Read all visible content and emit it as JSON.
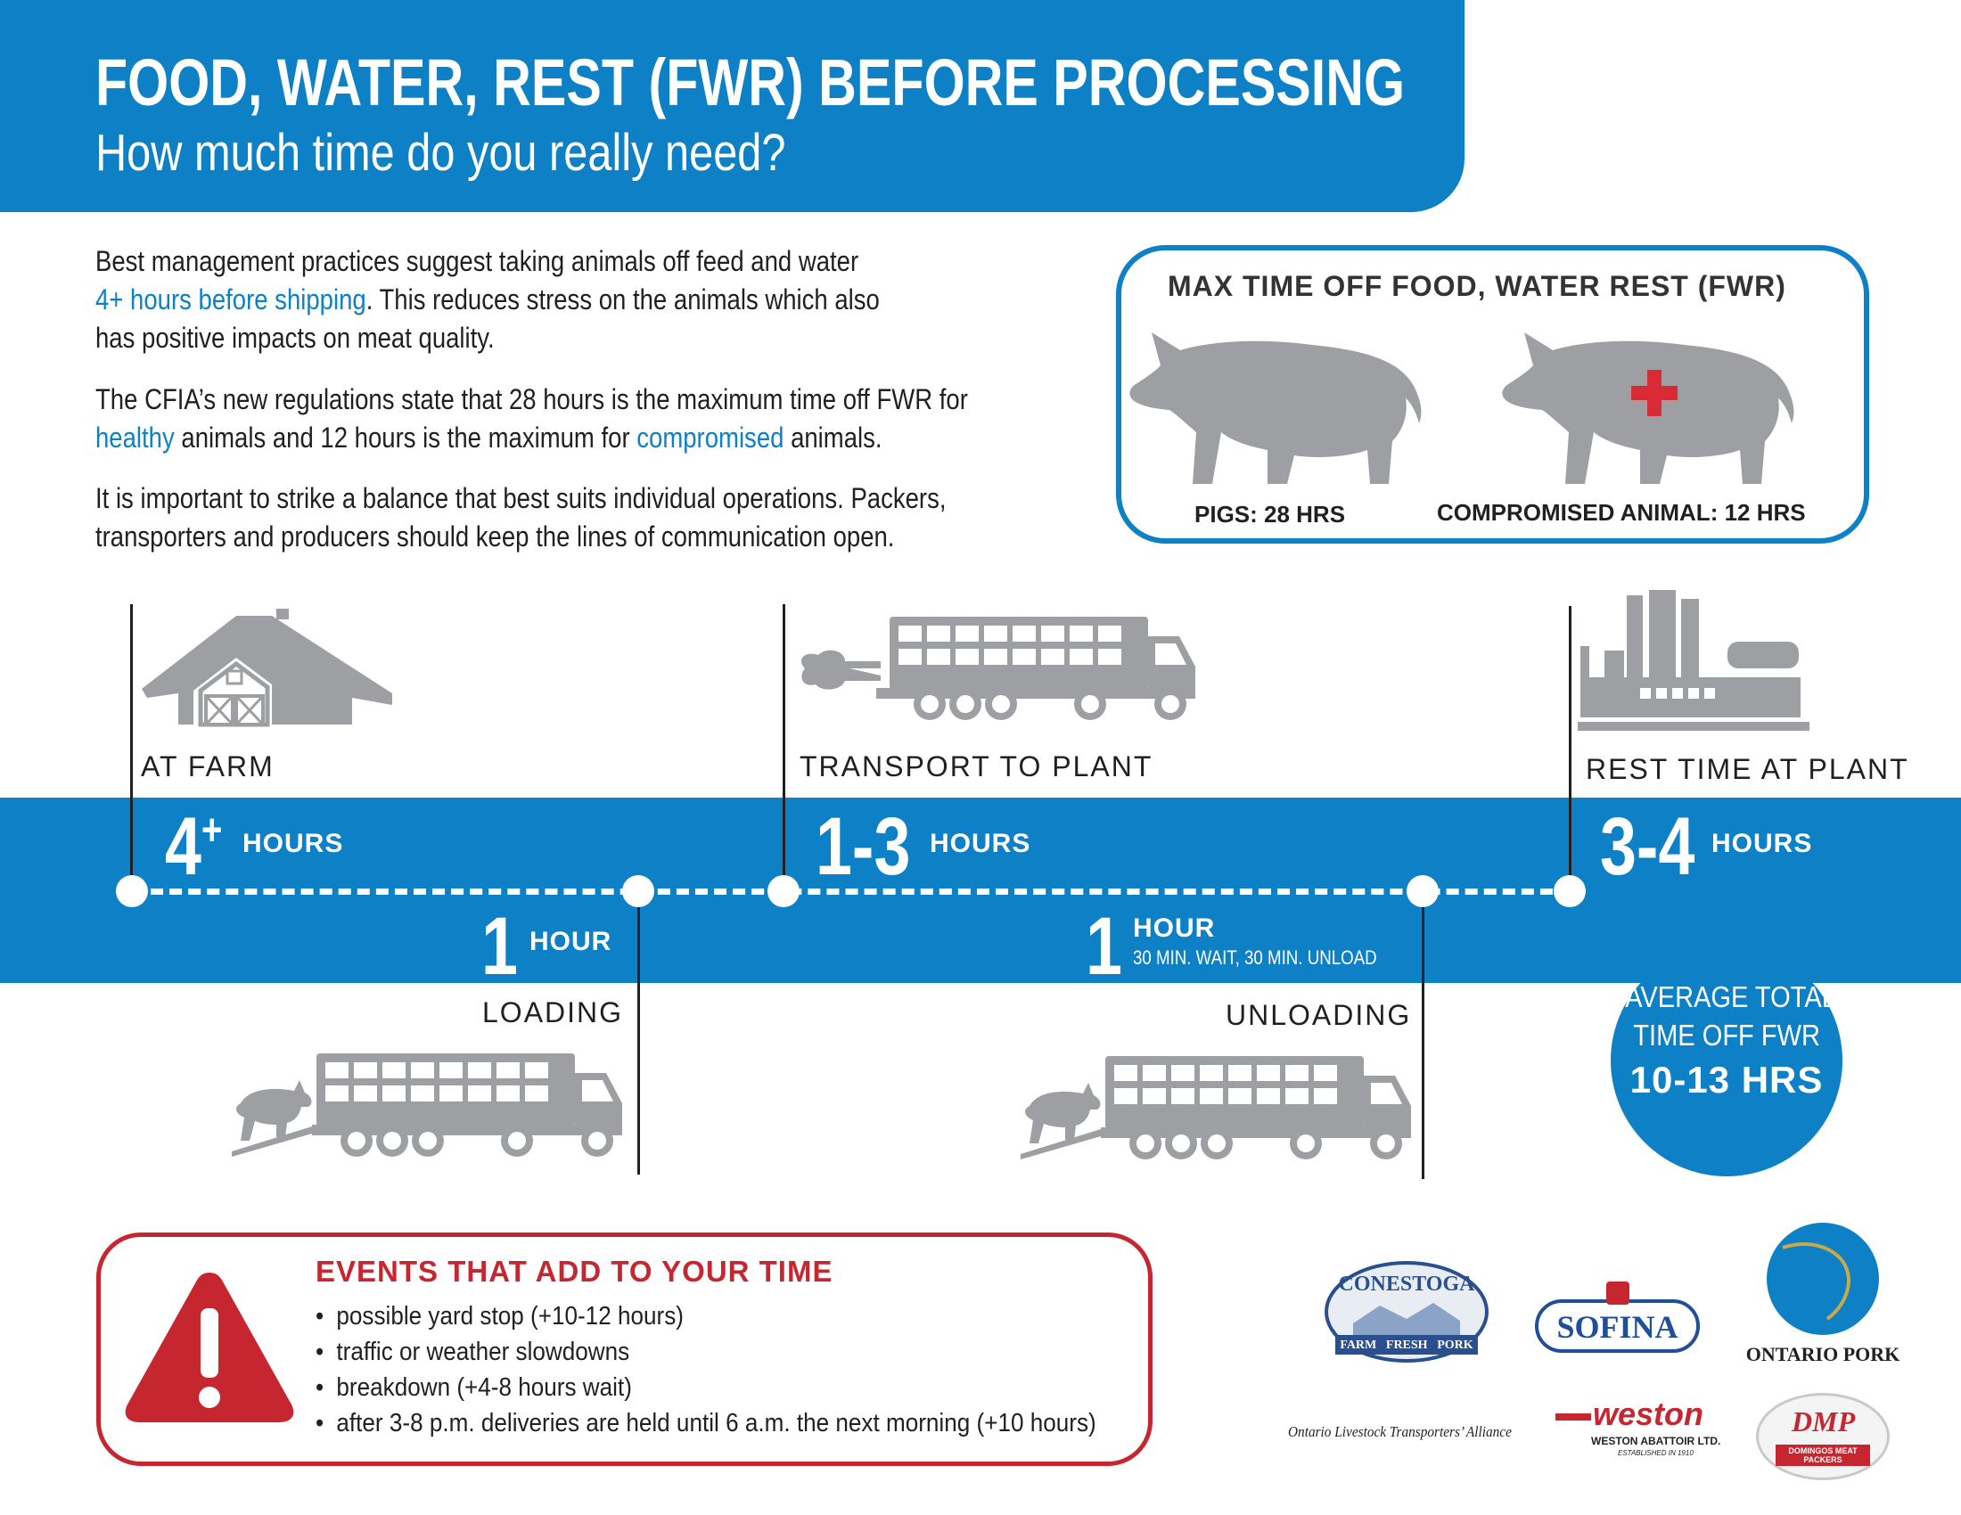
{
  "header": {
    "title": "FOOD, WATER, REST (FWR) BEFORE PROCESSING",
    "subtitle": "How much time do you really need?"
  },
  "intro": {
    "p1_a": "Best management practices suggest taking animals off feed and water",
    "p1_b_highlight": "4+ hours before shipping",
    "p1_c": ". This reduces stress on the animals which also",
    "p1_d": "has positive impacts on meat quality.",
    "p2_a": "The CFIA’s new regulations state that 28 hours is the maximum time off FWR for",
    "p2_b_highlight": "healthy",
    "p2_c": " animals and 12 hours is the maximum for ",
    "p2_d_highlight": "compromised",
    "p2_e": " animals.",
    "p3_a": "It is important to strike a balance that best suits individual operations. Packers,",
    "p3_b": "transporters and producers should keep the lines of communication open."
  },
  "max_box": {
    "title": "MAX TIME OFF FOOD, WATER REST (FWR)",
    "pig_label": "PIGS: 28 HRS",
    "compromised_label": "COMPROMISED ANIMAL: 12 HRS"
  },
  "timeline": {
    "farm": {
      "label": "AT FARM",
      "value": "4",
      "sup": "+",
      "unit": "HOURS"
    },
    "loading": {
      "label": "LOADING",
      "value": "1",
      "unit": "HOUR"
    },
    "transport": {
      "label": "TRANSPORT TO PLANT",
      "value": "1-3",
      "unit": "HOURS"
    },
    "unloading": {
      "label": "UNLOADING",
      "value": "1",
      "unit": "HOUR",
      "note": "30 MIN. WAIT, 30 MIN. UNLOAD"
    },
    "rest": {
      "label": "REST TIME AT PLANT",
      "value": "3-4",
      "unit": "HOURS"
    }
  },
  "average": {
    "line1": "AVERAGE TOTAL",
    "line2": "TIME OFF FWR",
    "value": "10-13 HRS"
  },
  "events": {
    "title": "EVENTS THAT ADD TO YOUR TIME",
    "items": [
      "possible yard stop (+10-12 hours)",
      "traffic or weather slowdowns",
      "breakdown (+4-8 hours wait)",
      "after 3-8 p.m. deliveries are held until 6 a.m. the next morning (+10 hours)"
    ]
  },
  "logos": {
    "conestoga": "CONESTOGA",
    "conestoga_sub": [
      "FARM",
      "FRESH",
      "PORK"
    ],
    "sofina": "SOFINA",
    "ontario_pork": "ONTARIO PORK",
    "oltra": "Ontario Livestock Transporters’ Alliance",
    "weston": "weston",
    "weston_sub": "WESTON ABATTOIR LTD.",
    "weston_est": "ESTABLISHED IN 1910",
    "dmp": "DMP",
    "dmp_sub": "DOMINGOS MEAT PACKERS"
  },
  "colors": {
    "brand_blue": "#0d80c6",
    "alert_red": "#c5262f",
    "icon_gray": "#9d9fa2"
  }
}
